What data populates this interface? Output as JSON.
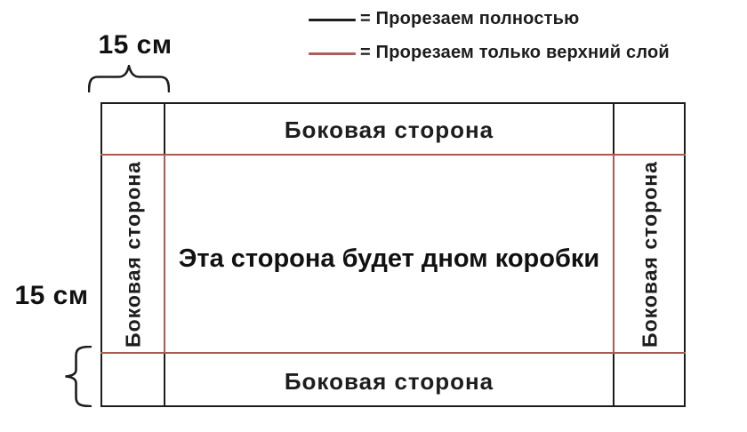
{
  "legend": {
    "full_cut": {
      "label": "= Прорезаем полностью",
      "color": "#1d1d1d"
    },
    "top_layer_cut": {
      "label": "= Прорезаем только верхний слой",
      "color": "#a86058"
    }
  },
  "dimensions": {
    "top_width": "15 см",
    "left_height": "15 см"
  },
  "diagram": {
    "top_side_label": "Боковая сторона",
    "bottom_side_label": "Боковая сторона",
    "left_side_label": "Боковая сторона",
    "right_side_label": "Боковая сторона",
    "center_label": "Эта сторона будет дном коробки"
  },
  "colors": {
    "cut_full_line": "#1d1d1d",
    "cut_top_layer_line": "#ab5a52",
    "background": "#ffffff"
  }
}
